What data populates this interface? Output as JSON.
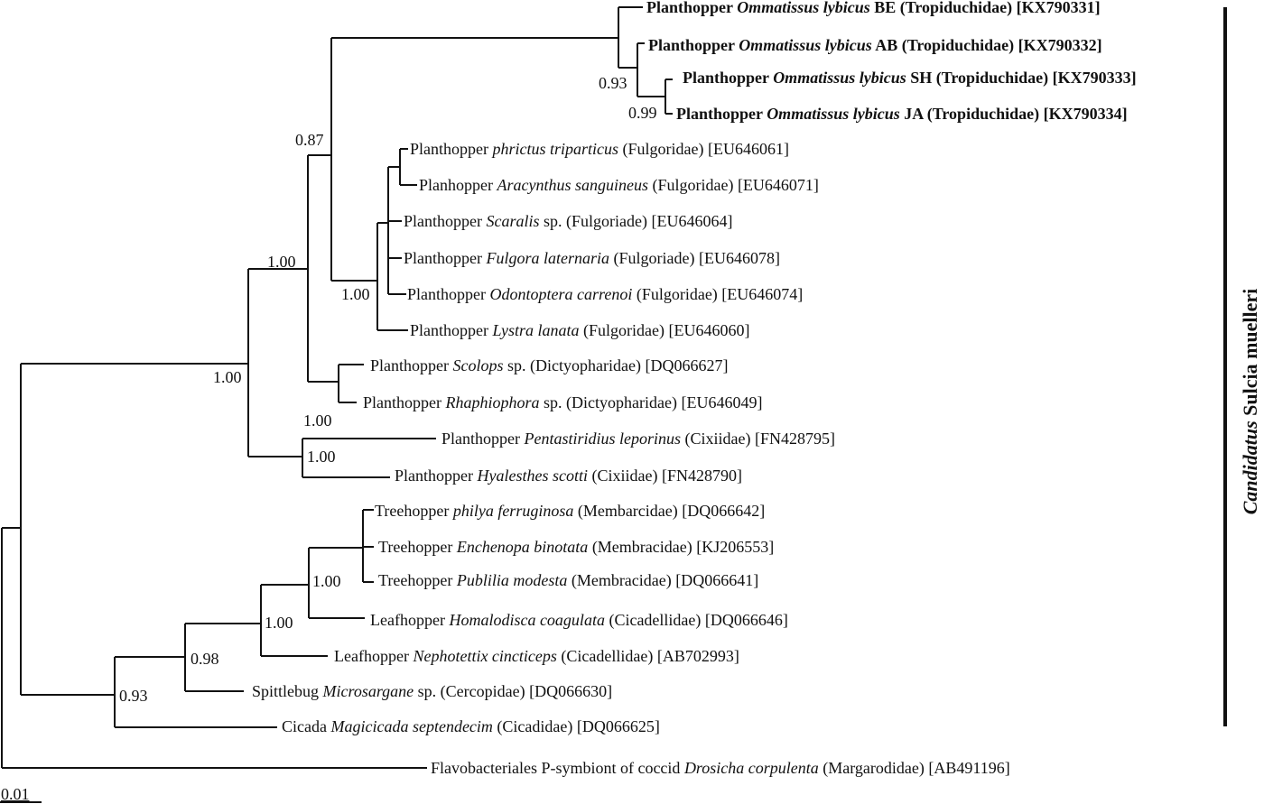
{
  "leaves": [
    {
      "prefix": "Planthopper ",
      "italic": "Ommatissus lybicus",
      "suffix": " BE (Tropiduchidae) [KX790331]",
      "bold": true
    },
    {
      "prefix": "Planthopper ",
      "italic": "Ommatissus lybicus",
      "suffix": " AB (Tropiduchidae) [KX790332]",
      "bold": true
    },
    {
      "prefix": "Planthopper ",
      "italic": "Ommatissus lybicus",
      "suffix": " SH (Tropiduchidae) [KX790333]",
      "bold": true
    },
    {
      "prefix": "Planthopper ",
      "italic": "Ommatissus lybicus",
      "suffix": " JA (Tropiduchidae) [KX790334]",
      "bold": true
    },
    {
      "prefix": "Planthopper ",
      "italic": "phrictus triparticus",
      "suffix": " (Fulgoridae) [EU646061]"
    },
    {
      "prefix": "Planhopper ",
      "italic": "Aracynthus sanguineus",
      "suffix": " (Fulgoridae) [EU646071]"
    },
    {
      "prefix": "Planthopper ",
      "italic": "Scaralis",
      "suffix": " sp. (Fulgoriade) [EU646064]"
    },
    {
      "prefix": "Planthopper ",
      "italic": "Fulgora laternaria",
      "suffix": " (Fulgoriade) [EU646078]"
    },
    {
      "prefix": "Planthopper ",
      "italic": "Odontoptera carrenoi",
      "suffix": " (Fulgoridae) [EU646074]"
    },
    {
      "prefix": "Planthopper ",
      "italic": "Lystra lanata",
      "suffix": " (Fulgoridae) [EU646060]"
    },
    {
      "prefix": "Planthopper ",
      "italic": "Scolops",
      "suffix": " sp. (Dictyopharidae) [DQ066627]"
    },
    {
      "prefix": "Planthopper ",
      "italic": "Rhaphiophora",
      "suffix": " sp. (Dictyopharidae) [EU646049]"
    },
    {
      "prefix": "Planthopper ",
      "italic": "Pentastiridius leporinus",
      "suffix": " (Cixiidae) [FN428795]"
    },
    {
      "prefix": "Planthopper ",
      "italic": "Hyalesthes scotti",
      "suffix": " (Cixiidae) [FN428790]"
    },
    {
      "prefix": "Treehopper ",
      "italic": "philya ferruginosa",
      "suffix": " (Membarcidae) [DQ066642]"
    },
    {
      "prefix": "Treehopper ",
      "italic": "Enchenopa binotata",
      "suffix": " (Membracidae) [KJ206553]"
    },
    {
      "prefix": "Treehopper ",
      "italic": "Publilia modesta",
      "suffix": " (Membracidae) [DQ066641]"
    },
    {
      "prefix": "Leafhopper ",
      "italic": "Homalodisca coagulata",
      "suffix": " (Cicadellidae) [DQ066646]"
    },
    {
      "prefix": "Leafhopper ",
      "italic": "Nephotettix cincticeps",
      "suffix": " (Cicadellidae) [AB702993]"
    },
    {
      "prefix": "Spittlebug ",
      "italic": "Microsargane",
      "suffix": " sp. (Cercopidae) [DQ066630]"
    },
    {
      "prefix": "Cicada ",
      "italic": "Magicicada septendecim",
      "suffix": " (Cicadidae) [DQ066625]"
    },
    {
      "prefix": "Flavobacteriales P-symbiont of coccid ",
      "italic": "Drosicha corpulenta",
      "suffix": " (Margarodidae) [AB491196]"
    }
  ],
  "support": [
    "0.93",
    "0.99",
    "0.87",
    "1.00",
    "1.00",
    "1.00",
    "1.00",
    "1.00",
    "1.00",
    "1.00",
    "0.98",
    "0.93"
  ],
  "scale_bar": "0.01",
  "clade": {
    "italic": "Candidatus",
    "rest": " Sulcia muelleri"
  }
}
